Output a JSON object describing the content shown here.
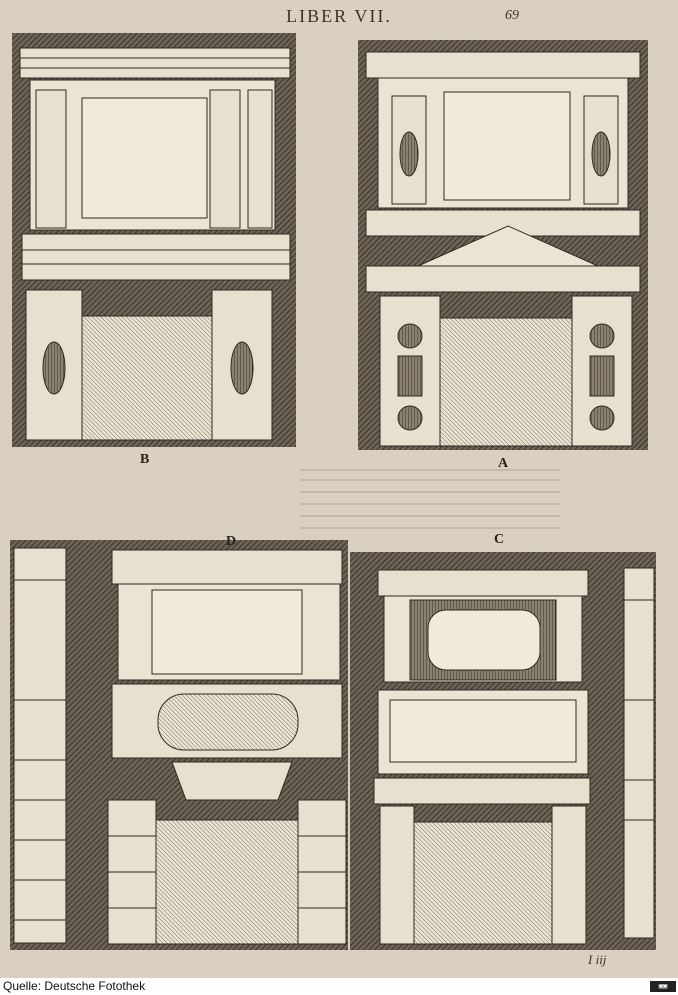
{
  "page": {
    "running_head": "LIBER VII.",
    "folio": "69",
    "signature": "I iij"
  },
  "plates": {
    "top_left": {
      "label": "B"
    },
    "top_right": {
      "label": "A"
    },
    "bottom_left": {
      "label": "D"
    },
    "bottom_right": {
      "label": "C"
    }
  },
  "credit": {
    "text": "Quelle: Deutsche Fotothek",
    "badge_icon": "watermark-logo-icon"
  },
  "colors": {
    "paper": "#d9d0c0",
    "ink": "#3a332a",
    "hatch": "#4a4238",
    "stone": "#e8e0cf"
  }
}
